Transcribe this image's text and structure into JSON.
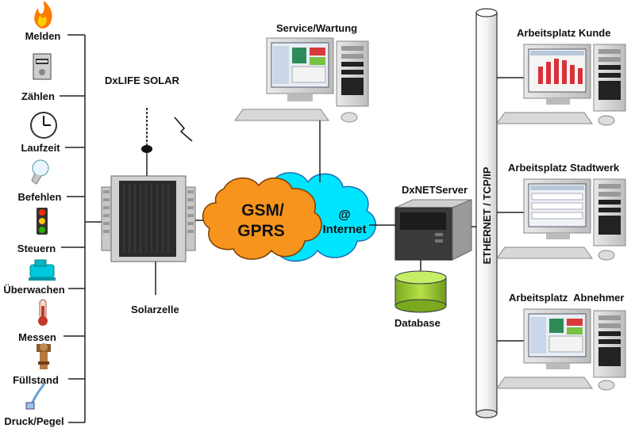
{
  "sensors": [
    {
      "label": "Melden",
      "icon": "flame-icon"
    },
    {
      "label": "Zählen",
      "icon": "meter-icon"
    },
    {
      "label": "Laufzeit",
      "icon": "clock-icon"
    },
    {
      "label": "Befehlen",
      "icon": "lightbulb-icon"
    },
    {
      "label": "Steuern",
      "icon": "traffic-light-icon"
    },
    {
      "label": "Überwachen",
      "icon": "pump-icon"
    },
    {
      "label": "Messen",
      "icon": "thermometer-icon"
    },
    {
      "label": "Füllstand",
      "icon": "level-sensor-icon"
    },
    {
      "label": "Druck/Pegel",
      "icon": "pressure-probe-icon"
    }
  ],
  "device": {
    "title": "DxLIFE SOLAR",
    "solar_label": "Solarzelle"
  },
  "clouds": {
    "gsm_line1": "GSM/",
    "gsm_line2": "GPRS",
    "internet_at": "@",
    "internet_label": "Internet"
  },
  "service": {
    "label": "Service/Wartung"
  },
  "server": {
    "label": "DxNETServer",
    "database_label": "Database"
  },
  "bus": {
    "label": "ETHERNET / TCP/IP"
  },
  "workstations": [
    {
      "label": "Arbeitsplatz Kunde"
    },
    {
      "label": "Arbeitsplatz Stadtwerk"
    },
    {
      "label": "Arbeitsplatz  Abnehmer"
    }
  ],
  "colors": {
    "gsm_cloud": "#f7941d",
    "internet_cloud": "#00e5ff",
    "database": "#9acd32",
    "line": "#222222"
  }
}
